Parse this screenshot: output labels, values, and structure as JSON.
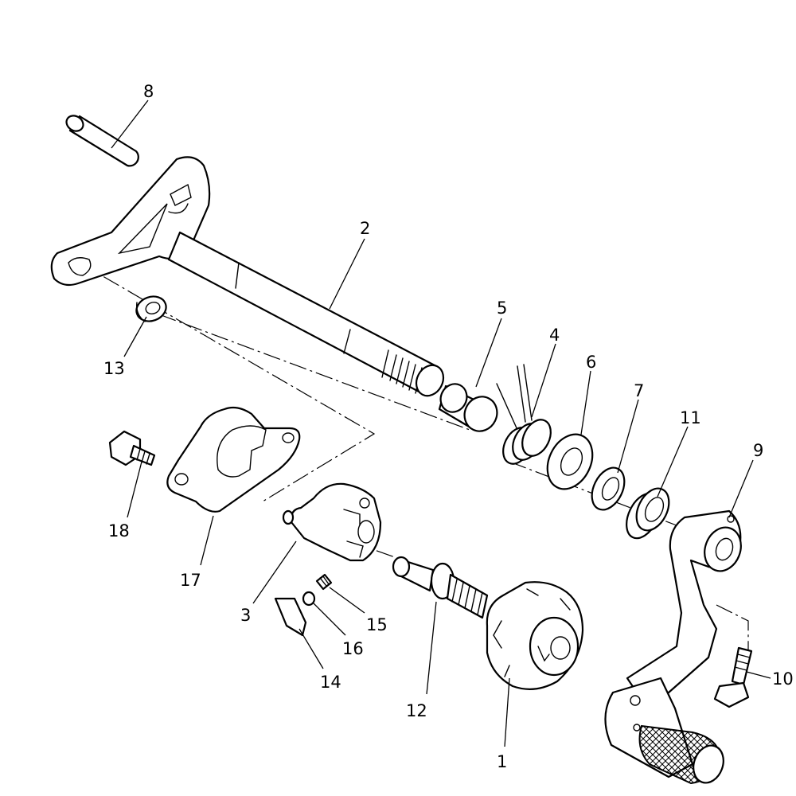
{
  "diagram": {
    "type": "exploded-parts-diagram",
    "callouts": [
      {
        "id": "1",
        "label": "1"
      },
      {
        "id": "2",
        "label": "2"
      },
      {
        "id": "3",
        "label": "3"
      },
      {
        "id": "4",
        "label": "4"
      },
      {
        "id": "5",
        "label": "5"
      },
      {
        "id": "6",
        "label": "6"
      },
      {
        "id": "7",
        "label": "7"
      },
      {
        "id": "8",
        "label": "8"
      },
      {
        "id": "9",
        "label": "9"
      },
      {
        "id": "10",
        "label": "10"
      },
      {
        "id": "11",
        "label": "11"
      },
      {
        "id": "12",
        "label": "12"
      },
      {
        "id": "13",
        "label": "13"
      },
      {
        "id": "14",
        "label": "14"
      },
      {
        "id": "15",
        "label": "15"
      },
      {
        "id": "16",
        "label": "16"
      },
      {
        "id": "17",
        "label": "17"
      },
      {
        "id": "18",
        "label": "18"
      }
    ],
    "colors": {
      "line": "#000000",
      "background": "#ffffff"
    }
  }
}
